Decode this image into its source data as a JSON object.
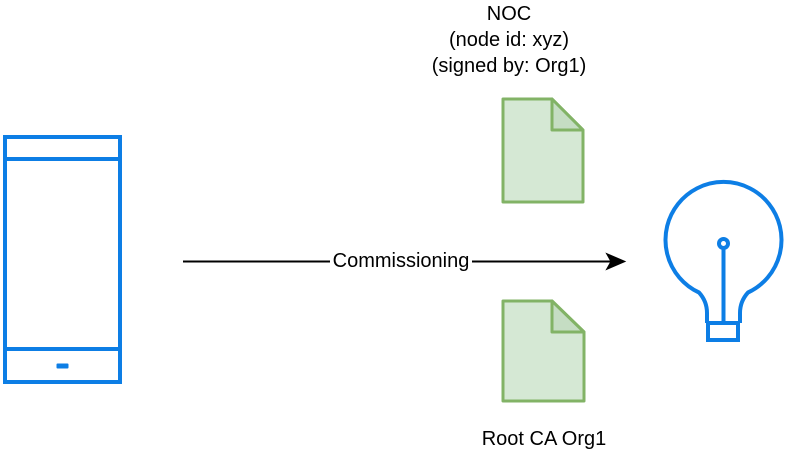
{
  "diagram": {
    "noc_label": {
      "lines": [
        "NOC",
        "(node id: xyz)",
        "(signed by: Org1)"
      ]
    },
    "arrow": {
      "label": "Commissioning",
      "direction": "left-to-right"
    },
    "root_ca_label": "Root CA Org1",
    "icons": {
      "left_node": "smartphone-icon",
      "right_node": "lightbulb-icon",
      "top_middle": "certificate-document-icon",
      "bottom_middle": "certificate-document-icon"
    },
    "colors": {
      "device_stroke": "#0d7ee5",
      "certificate_fill": "#d5e8d4",
      "certificate_fold_fill": "#c5ddc3",
      "certificate_stroke": "#82b366",
      "arrow": "#000000",
      "background": "#ffffff"
    }
  }
}
